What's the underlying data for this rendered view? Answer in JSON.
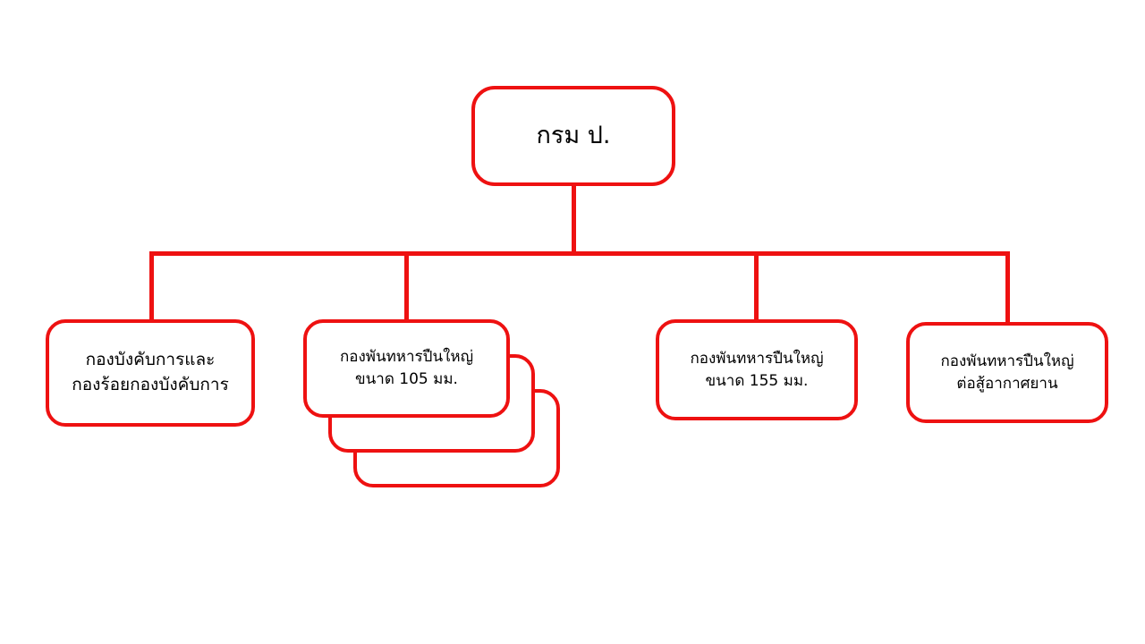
{
  "diagram": {
    "type": "organizational-chart",
    "orientation": "top-down",
    "accent_color": "#ee1111",
    "background_color": "#ffffff",
    "text_color": "#000000",
    "root": {
      "id": "root",
      "label": "กรม ป."
    },
    "children": [
      {
        "id": "child-1",
        "label": "กองบังคับการและ\nกองร้อยกองบังคับการ",
        "line1": "กองบังคับการและ",
        "line2": "กองร้อยกองบังคับการ",
        "stacked": false,
        "stack_count": 1
      },
      {
        "id": "child-2",
        "label": "กองพันทหารปืนใหญ่\nขนาด 105 มม.",
        "line1": "กองพันทหารปืนใหญ่",
        "line2": "ขนาด 105 มม.",
        "stacked": true,
        "stack_count": 3,
        "caliber": "105 มม."
      },
      {
        "id": "child-3",
        "label": "กองพันทหารปืนใหญ่\nขนาด 155 มม.",
        "line1": "กองพันทหารปืนใหญ่",
        "line2": "ขนาด 155 มม.",
        "stacked": false,
        "stack_count": 1,
        "caliber": "155 มม."
      },
      {
        "id": "child-4",
        "label": "กองพันทหารปืนใหญ่\nต่อสู้อากาศยาน",
        "line1": "กองพันทหารปืนใหญ่",
        "line2": "ต่อสู้อากาศยาน",
        "stacked": false,
        "stack_count": 1
      }
    ]
  }
}
